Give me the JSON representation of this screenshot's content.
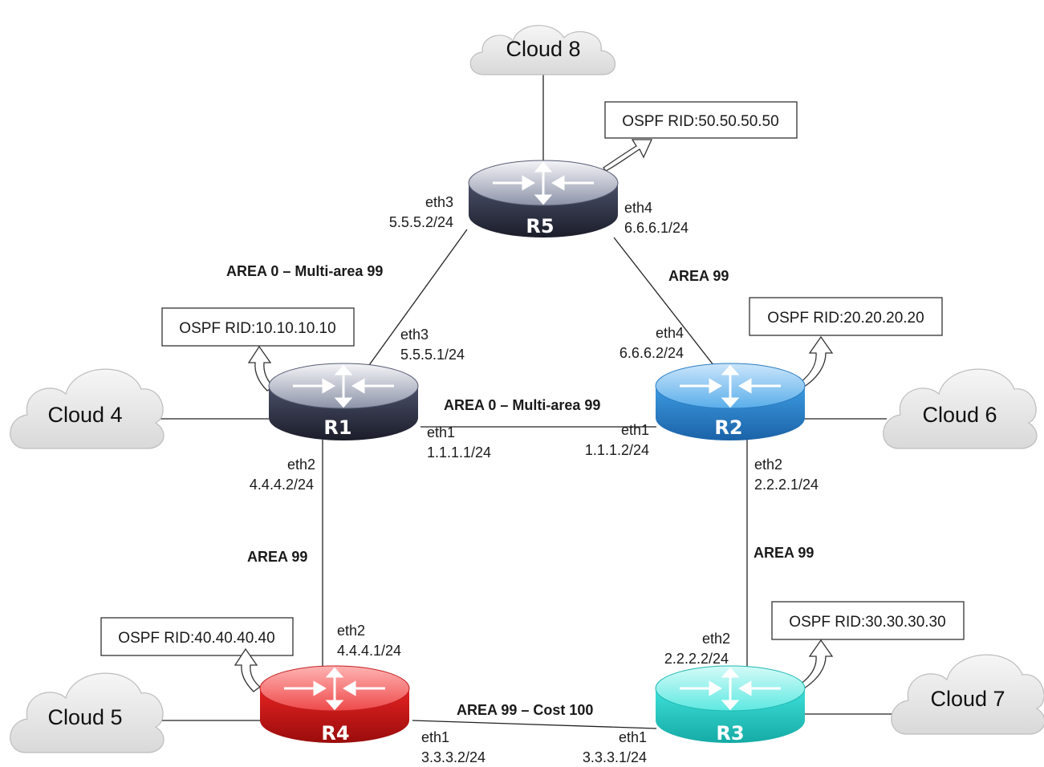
{
  "clouds": {
    "c4": "Cloud 4",
    "c5": "Cloud 5",
    "c6": "Cloud 6",
    "c7": "Cloud 7",
    "c8": "Cloud 8"
  },
  "routers": {
    "r1": "R1",
    "r2": "R2",
    "r3": "R3",
    "r4": "R4",
    "r5": "R5"
  },
  "rids": {
    "r1": "OSPF RID:10.10.10.10",
    "r2": "OSPF RID:20.20.20.20",
    "r3": "OSPF RID:30.30.30.30",
    "r4": "OSPF RID:40.40.40.40",
    "r5": "OSPF RID:50.50.50.50"
  },
  "areas": {
    "r5_r1": "AREA 0 – Multi-area 99",
    "r5_r2": "AREA 99",
    "r1_r2": "AREA 0 – Multi-area 99",
    "r1_r4": "AREA 99",
    "r2_r3": "AREA 99",
    "r4_r3": "AREA 99 – Cost 100"
  },
  "interfaces": {
    "r5_eth3": {
      "name": "eth3",
      "ip": "5.5.5.2/24"
    },
    "r5_eth4": {
      "name": "eth4",
      "ip": "6.6.6.1/24"
    },
    "r1_eth3": {
      "name": "eth3",
      "ip": "5.5.5.1/24"
    },
    "r2_eth4": {
      "name": "eth4",
      "ip": "6.6.6.2/24"
    },
    "r1_eth1": {
      "name": "eth1",
      "ip": "1.1.1.1/24"
    },
    "r2_eth1": {
      "name": "eth1",
      "ip": "1.1.1.2/24"
    },
    "r1_eth2": {
      "name": "eth2",
      "ip": "4.4.4.2/24"
    },
    "r2_eth2": {
      "name": "eth2",
      "ip": "2.2.2.1/24"
    },
    "r4_eth2": {
      "name": "eth2",
      "ip": "4.4.4.1/24"
    },
    "r3_eth2": {
      "name": "eth2",
      "ip": "2.2.2.2/24"
    },
    "r4_eth1": {
      "name": "eth1",
      "ip": "3.3.3.2/24"
    },
    "r3_eth1": {
      "name": "eth1",
      "ip": "3.3.3.1/24"
    }
  },
  "colors": {
    "r1": "#3a3f55",
    "r5": "#3a3f55",
    "r2": "#2f8fd8",
    "r3": "#33d6d0",
    "r4": "#e21d1d",
    "cloud": "#e6e6e6"
  }
}
